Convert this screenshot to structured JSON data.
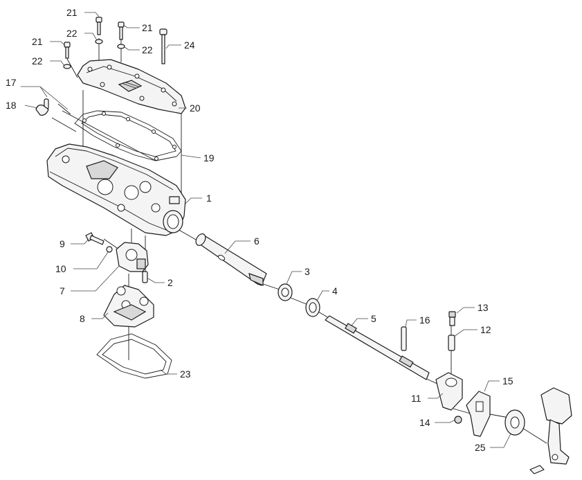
{
  "parts": [
    {
      "id": "p1",
      "text": "1"
    },
    {
      "id": "p2",
      "text": "2"
    },
    {
      "id": "p3",
      "text": "3"
    },
    {
      "id": "p4",
      "text": "4"
    },
    {
      "id": "p5",
      "text": "5"
    },
    {
      "id": "p6",
      "text": "6"
    },
    {
      "id": "p7",
      "text": "7"
    },
    {
      "id": "p8",
      "text": "8"
    },
    {
      "id": "p9",
      "text": "9"
    },
    {
      "id": "p10",
      "text": "10"
    },
    {
      "id": "p11",
      "text": "11"
    },
    {
      "id": "p12",
      "text": "12"
    },
    {
      "id": "p13",
      "text": "13"
    },
    {
      "id": "p14",
      "text": "14"
    },
    {
      "id": "p15",
      "text": "15"
    },
    {
      "id": "p16",
      "text": "16"
    },
    {
      "id": "p17",
      "text": "17"
    },
    {
      "id": "p18",
      "text": "18"
    },
    {
      "id": "p19",
      "text": "19"
    },
    {
      "id": "p20",
      "text": "20"
    },
    {
      "id": "p21a",
      "text": "21"
    },
    {
      "id": "p21b",
      "text": "21"
    },
    {
      "id": "p21c",
      "text": "21"
    },
    {
      "id": "p22a",
      "text": "22"
    },
    {
      "id": "p22b",
      "text": "22"
    },
    {
      "id": "p22c",
      "text": "22"
    },
    {
      "id": "p23",
      "text": "23"
    },
    {
      "id": "p24",
      "text": "24"
    },
    {
      "id": "p25",
      "text": "25"
    }
  ]
}
